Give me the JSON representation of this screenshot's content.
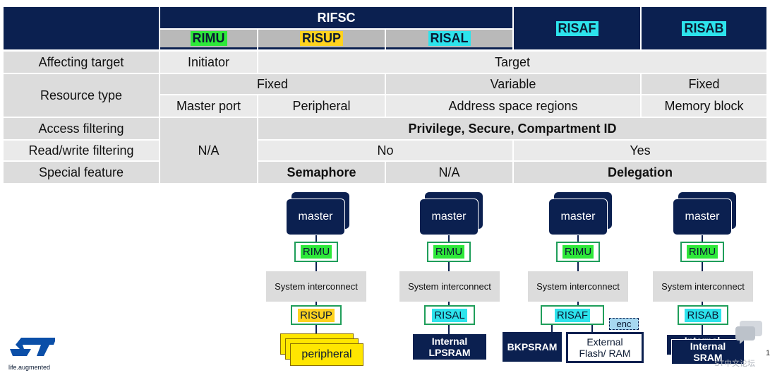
{
  "header": {
    "rifsc": "RIFSC",
    "rimu": "RIMU",
    "risup": "RISUP",
    "risal": "RISAL",
    "risaf": "RISAF",
    "risab": "RISAB"
  },
  "rows": {
    "affecting_target": {
      "label": "Affecting target",
      "initiator": "Initiator",
      "target": "Target"
    },
    "resource_type": {
      "label": "Resource type",
      "fixed": "Fixed",
      "variable": "Variable",
      "fixed2": "Fixed",
      "master_port": "Master port",
      "peripheral": "Peripheral",
      "address_space": "Address space regions",
      "memory_block": "Memory block"
    },
    "access_filtering": {
      "label": "Access filtering",
      "value": "Privilege, Secure, Compartment ID"
    },
    "rw_filtering": {
      "label": "Read/write filtering",
      "no": "No",
      "yes": "Yes"
    },
    "na_merged": "N/A",
    "special_feature": {
      "label": "Special feature",
      "semaphore": "Semaphore",
      "na": "N/A",
      "delegation": "Delegation"
    }
  },
  "diagram": {
    "master": "master",
    "system_interconnect": "System interconnect",
    "rimu": "RIMU",
    "risup": "RISUP",
    "risal": "RISAL",
    "risaf": "RISAF",
    "risab": "RISAB",
    "peripheral": "peripheral",
    "internal_lpsram": [
      "Internal",
      "LPSRAM"
    ],
    "bkpsram": "BKPSRAM",
    "external_flash": [
      "External",
      "Flash/ RAM"
    ],
    "enc": "enc",
    "internal_sram": [
      "Internal",
      "SRAM"
    ],
    "internal_sram_back": "Internal"
  },
  "footer": {
    "logo_tagline": "life.augmented",
    "forum_watermark": "ST中文论坛",
    "page_fragment": "1"
  },
  "colors": {
    "navy": "#0b2050",
    "rimu_green": "#2ee83a",
    "risup_yellow": "#ffd21f",
    "risal_cyan": "#2de3ec",
    "risaf_cyan": "#2de3ec",
    "risab_cyan": "#2de3ec"
  }
}
